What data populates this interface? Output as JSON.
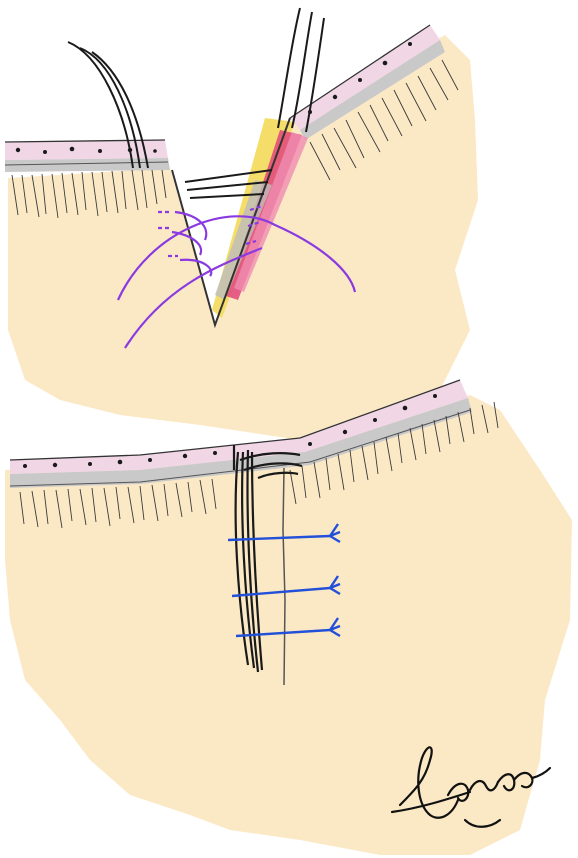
{
  "figure": {
    "panels": [
      {
        "id": "wedge-excision"
      },
      {
        "id": "closed-incision"
      }
    ],
    "signature": {
      "text": "Argueta"
    }
  },
  "colors": {
    "background": "#ffffff",
    "skin_fill": "#fbe8c3",
    "epidermis_pink": "#f1d6e6",
    "epidermis_dots": "#1a1a1a",
    "grey_band": "#c9c9c9",
    "lashes": "#3a3a3a",
    "suture_black": "#1a1a1a",
    "tarsus_yellow": "#f5dd6a",
    "muscle_red": "#e0457a",
    "suture_purple": "#8a3ae0",
    "suture_blue": "#2250d8"
  }
}
